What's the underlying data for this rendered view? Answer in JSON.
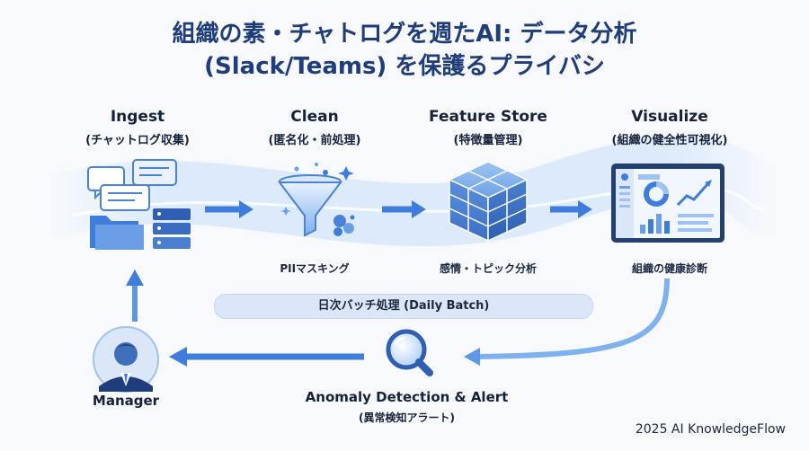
{
  "title": {
    "line1": "組織の素・チャトログを週たAI: データ分析",
    "line2": "(Slack/Teams) を保護るプライバシ"
  },
  "stages": [
    {
      "title": "Ingest",
      "subtitle": "(チャットログ収集)",
      "caption": ""
    },
    {
      "title": "Clean",
      "subtitle": "(匿名化・前処理)",
      "caption": "PIIマスキング"
    },
    {
      "title": "Feature Store",
      "subtitle": "(特徴量管理)",
      "caption": "感情・トピック分析"
    },
    {
      "title": "Visualize",
      "subtitle": "(組織の健全性可視化)",
      "caption": "組織の健康診断"
    }
  ],
  "batch_label": "日次バッチ処理 (Daily Batch)",
  "alert": {
    "title": "Anomaly Detection & Alert",
    "subtitle": "(異常検知アラート)"
  },
  "manager_label": "Manager",
  "footer": "2025 AI KnowledgeFlow",
  "colors": {
    "title": "#1f3d7a",
    "primary": "#2f6fd6",
    "light": "#9ec3f0",
    "glow": "#cfe3fb"
  }
}
